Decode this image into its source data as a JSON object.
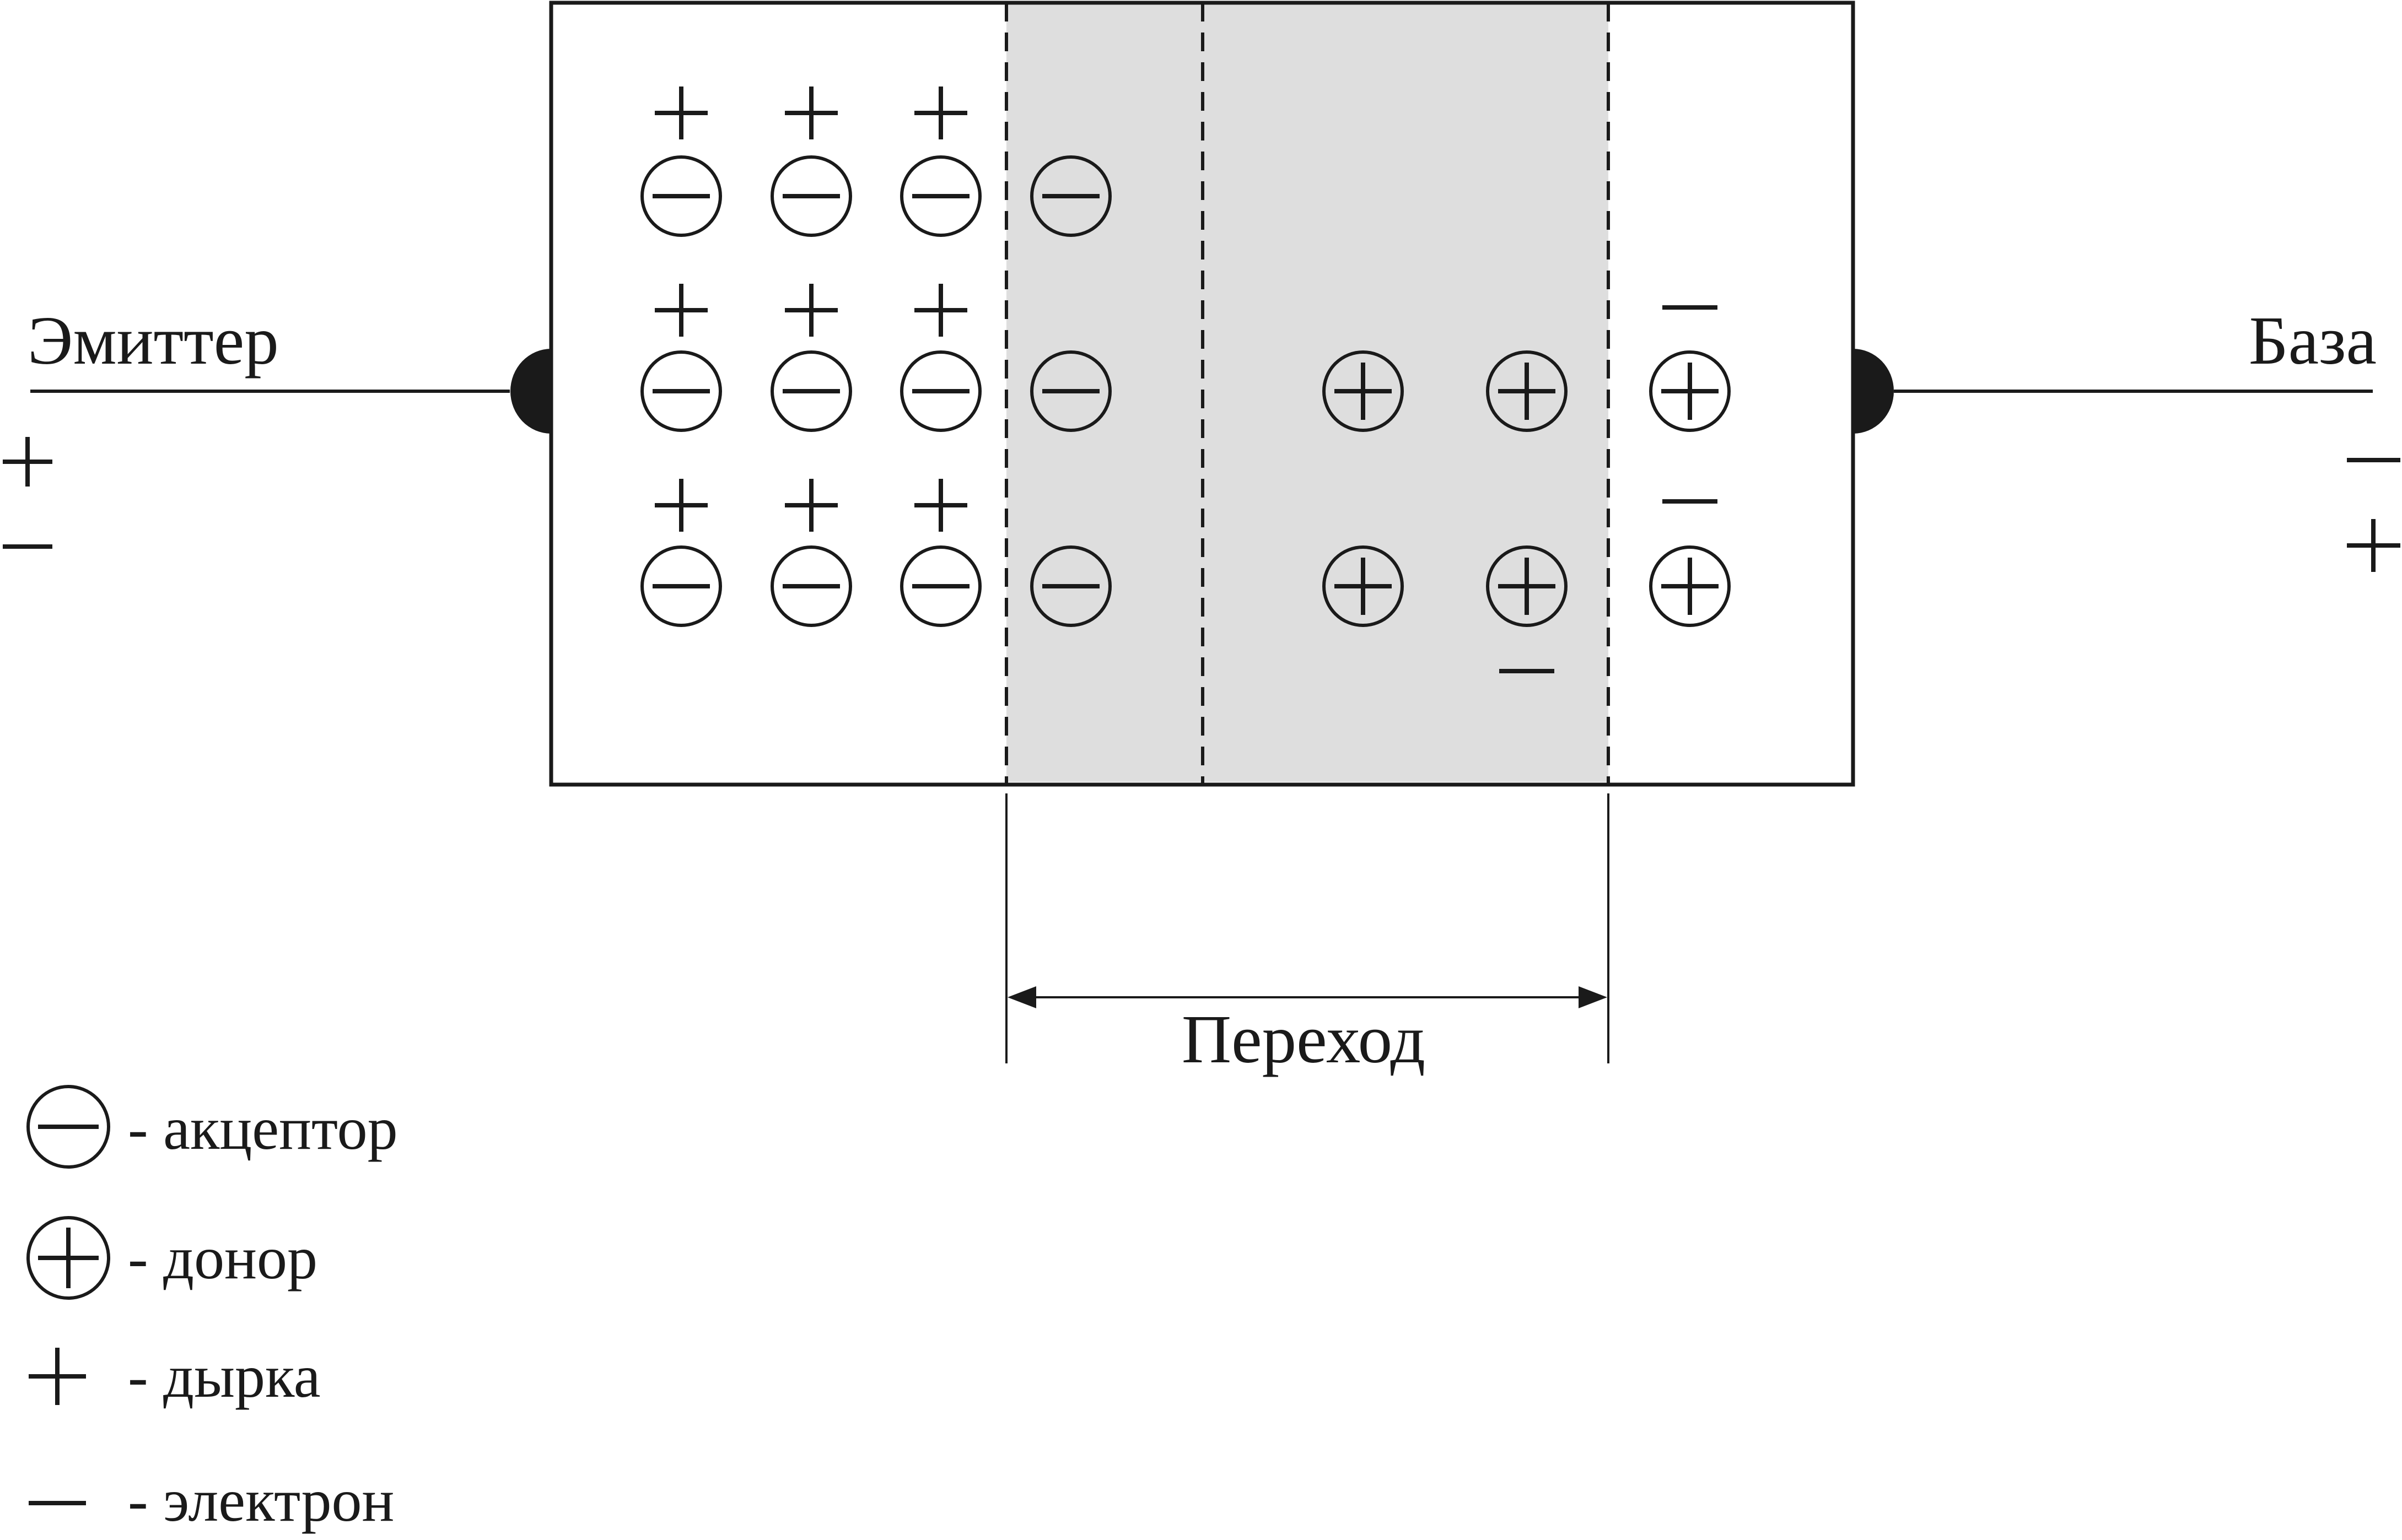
{
  "labels": {
    "emitter": "Эмиттер",
    "base": "База",
    "junction": "Переход",
    "emitter_plus": "+",
    "emitter_minus": "−",
    "base_minus": "−",
    "base_plus": "+"
  },
  "legend": [
    {
      "symbol": "acceptor",
      "text": "- акцептор"
    },
    {
      "symbol": "donor",
      "text": "- донор"
    },
    {
      "symbol": "hole",
      "text": "+ ",
      "label": "- дырка"
    },
    {
      "symbol": "electron",
      "label": "- электрон"
    }
  ],
  "legend_text": {
    "acceptor": "- акцептор",
    "donor": "- донор",
    "hole": "- дырка",
    "electron": "- электрон"
  },
  "colors": {
    "line": "#1a1a1a",
    "depletion_fill": "#dedede",
    "background": "#ffffff"
  }
}
